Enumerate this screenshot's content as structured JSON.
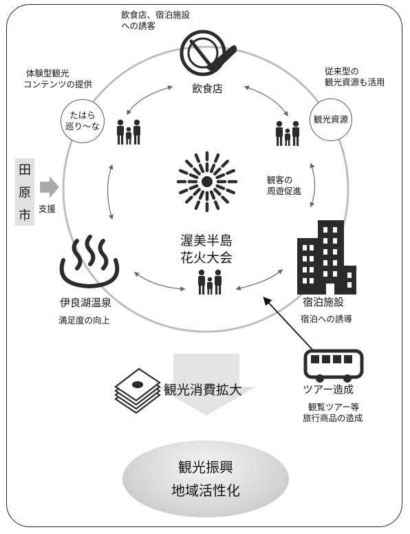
{
  "center": {
    "line1": "渥美半島",
    "line2": "花火大会"
  },
  "inshokuten": {
    "label": "飲食店",
    "note_line1": "飲食店、宿泊施設",
    "note_line2": "への誘客"
  },
  "kanko_shigen": {
    "circle_label": "観光資源",
    "note_line1": "従来型の",
    "note_line2": "観光資源も活用"
  },
  "tahara_meguri": {
    "circle_line1": "たはら",
    "circle_line2": "巡り～な",
    "note_line1": "体験型観光",
    "note_line2": "コンテンツの提供"
  },
  "city": {
    "chars": [
      "田",
      "原",
      "市"
    ],
    "support": "支援"
  },
  "circulation": {
    "line1": "観客の",
    "line2": "周遊促進"
  },
  "onsen": {
    "label": "伊良湖温泉",
    "note": "満足度の向上"
  },
  "shukuhaku": {
    "label": "宿泊施設",
    "note": "宿泊への誘導"
  },
  "tour": {
    "label": "ツアー造成",
    "note_line1": "観覧ツアー等",
    "note_line2": "旅行商品の造成"
  },
  "spending": {
    "label": "観光消費拡大"
  },
  "result": {
    "line1": "観光振興",
    "line2": "地域活性化"
  },
  "icons": [
    "plate-fork-knife-icon",
    "people-icon",
    "firework-icon",
    "hot-spring-icon",
    "building-icon",
    "bus-icon",
    "money-stack-icon"
  ],
  "colors": {
    "ring": "#bdbdbd",
    "icon": "#2b2b2b",
    "city_bg": "#e1e1e1",
    "arrow_gray": "#c8c8c8",
    "ellipse": "#d0d0d0"
  }
}
